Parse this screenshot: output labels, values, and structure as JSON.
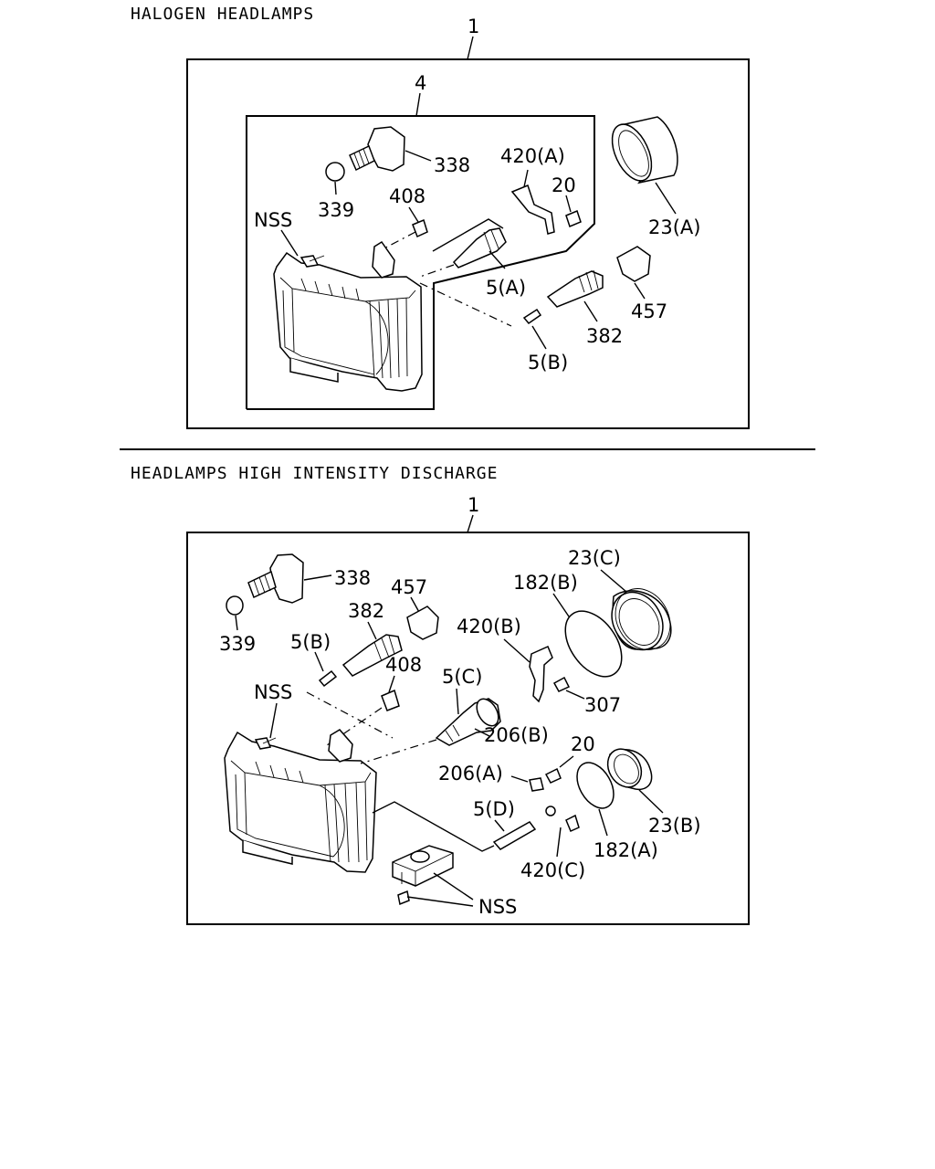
{
  "sections": [
    {
      "title": "HALOGEN HEADLAMPS",
      "assembly_label": "1",
      "subassembly_label": "4",
      "callouts": [
        "338",
        "339",
        "408",
        "NSS",
        "420(A)",
        "20",
        "23(A)",
        "5(A)",
        "457",
        "382",
        "5(B)"
      ]
    },
    {
      "title": "HEADLAMPS HIGH INTENSITY DISCHARGE",
      "assembly_label": "1",
      "callouts": [
        "338",
        "339",
        "457",
        "382",
        "5(B)",
        "408",
        "NSS",
        "23(C)",
        "182(B)",
        "420(B)",
        "307",
        "5(C)",
        "206(B)",
        "20",
        "206(A)",
        "23(B)",
        "5(D)",
        "182(A)",
        "420(C)",
        "NSS"
      ]
    }
  ]
}
